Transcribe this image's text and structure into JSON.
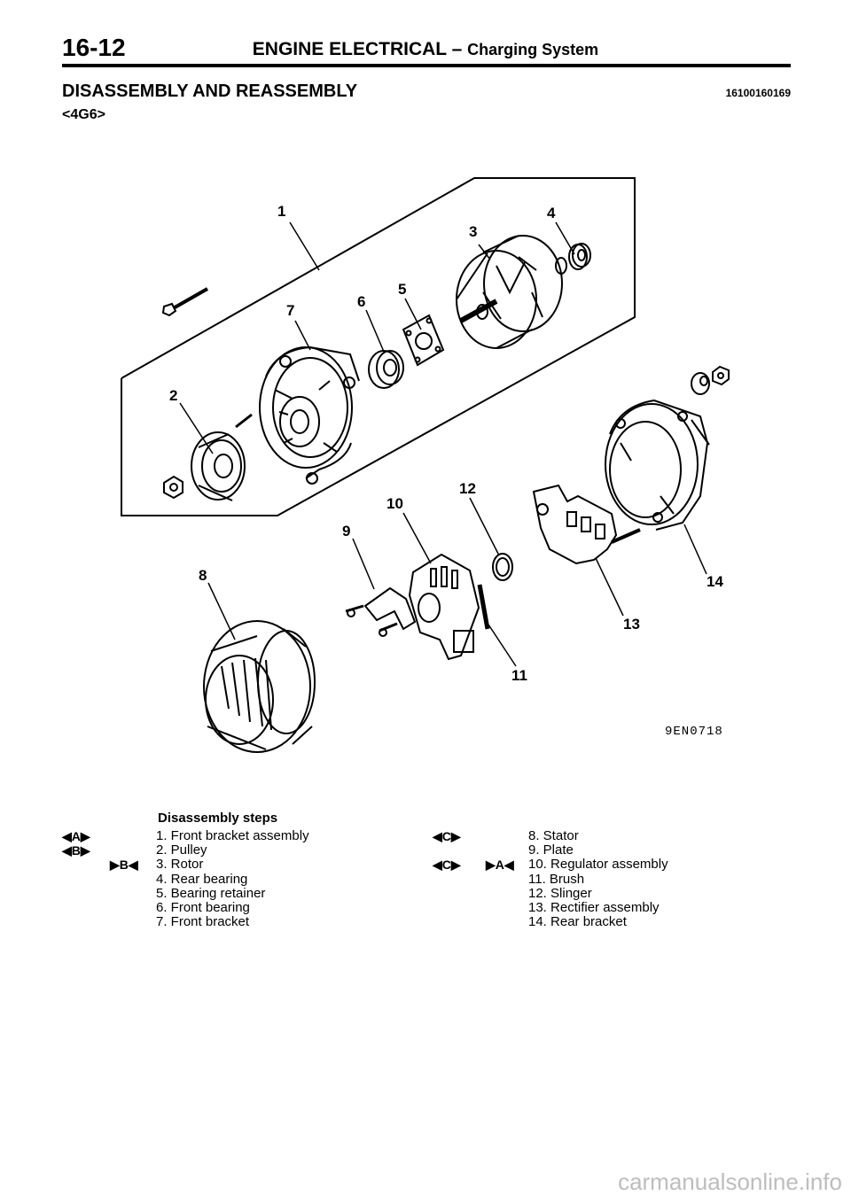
{
  "header": {
    "page_number": "16-12",
    "title": "ENGINE ELECTRICAL",
    "dash": "–",
    "subtitle": "Charging System"
  },
  "section": {
    "title": "DISASSEMBLY AND REASSEMBLY",
    "code": "16100160169",
    "variant": "<4G6>"
  },
  "figure": {
    "code": "9EN0718",
    "callouts": [
      "1",
      "2",
      "3",
      "4",
      "5",
      "6",
      "7",
      "8",
      "9",
      "10",
      "11",
      "12",
      "13",
      "14"
    ]
  },
  "steps": {
    "heading": "Disassembly steps",
    "items": [
      {
        "text": "1. Front bracket assembly",
        "disasm_mark": "A",
        "reasm_mark": ""
      },
      {
        "text": "2. Pulley",
        "disasm_mark": "B",
        "reasm_mark": ""
      },
      {
        "text": "3. Rotor",
        "disasm_mark": "",
        "reasm_mark": "B"
      },
      {
        "text": "4. Rear bearing",
        "disasm_mark": "",
        "reasm_mark": ""
      },
      {
        "text": "5. Bearing retainer",
        "disasm_mark": "",
        "reasm_mark": ""
      },
      {
        "text": "6. Front bearing",
        "disasm_mark": "",
        "reasm_mark": ""
      },
      {
        "text": "7. Front bracket",
        "disasm_mark": "",
        "reasm_mark": ""
      },
      {
        "text": "8. Stator",
        "disasm_mark": "C",
        "reasm_mark": ""
      },
      {
        "text": "9. Plate",
        "disasm_mark": "",
        "reasm_mark": ""
      },
      {
        "text": "10. Regulator assembly",
        "disasm_mark": "C",
        "reasm_mark": "A"
      },
      {
        "text": "11. Brush",
        "disasm_mark": "",
        "reasm_mark": ""
      },
      {
        "text": "12. Slinger",
        "disasm_mark": "",
        "reasm_mark": ""
      },
      {
        "text": "13. Rectifier assembly",
        "disasm_mark": "",
        "reasm_mark": ""
      },
      {
        "text": "14. Rear bracket",
        "disasm_mark": "",
        "reasm_mark": ""
      }
    ]
  },
  "footer": {
    "watermark": "carmanualsonline.info"
  }
}
